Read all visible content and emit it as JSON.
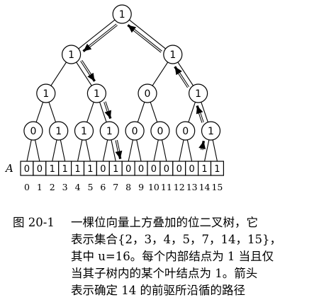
{
  "array_label": "A",
  "array_bits": [
    "0",
    "0",
    "1",
    "1",
    "1",
    "1",
    "0",
    "1",
    "0",
    "0",
    "0",
    "0",
    "0",
    "0",
    "1",
    "1"
  ],
  "array_indices": [
    "0",
    "1",
    "2",
    "3",
    "4",
    "5",
    "6",
    "7",
    "8",
    "9",
    "10",
    "11",
    "12",
    "13",
    "14",
    "15"
  ],
  "tree_levels": [
    [
      "1"
    ],
    [
      "1",
      "1"
    ],
    [
      "1",
      "1",
      "0",
      "1"
    ],
    [
      "0",
      "1",
      "1",
      "1",
      "0",
      "0",
      "0",
      "1"
    ]
  ],
  "caption": {
    "label": "图 20-1",
    "lines": [
      "一棵位向量上方叠加的位二叉树，它",
      "表示集合{2，3，4，5，7，14，15}，",
      "其中 u=16。每个内部结点为 1 当且仅",
      "当其子树内的某个叶结点为 1。箭头",
      "表示确定 14 的前驱所沿循的路径"
    ]
  }
}
